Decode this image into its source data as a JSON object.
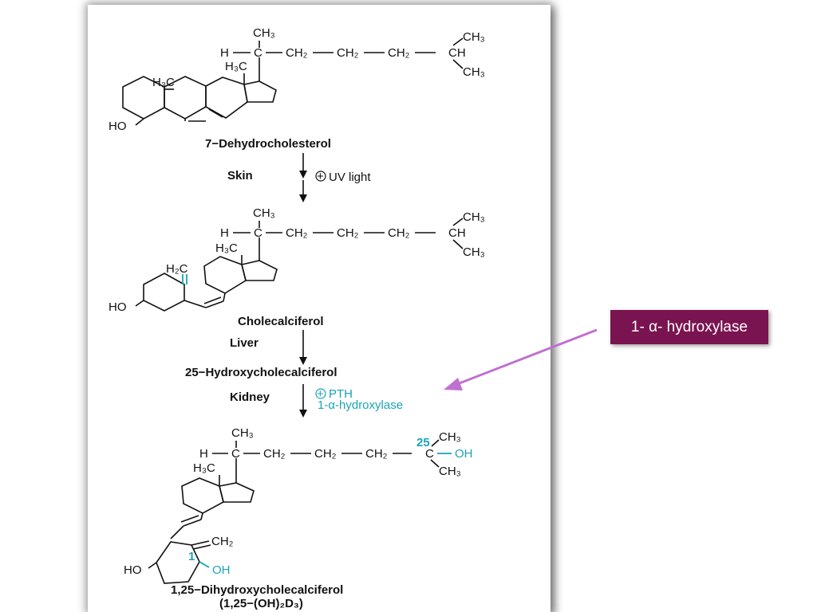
{
  "slide": {
    "callout_label": "1- α- hydroxylase",
    "accent_color": "#7a1450",
    "arrow_color": "#c070d0"
  },
  "compounds": [
    {
      "name": "7−Dehydrocholesterol"
    },
    {
      "name": "Cholecalciferol"
    },
    {
      "name": "25−Hydroxycholecalciferol"
    },
    {
      "name": "1,25−Dihydroxycholecalciferol",
      "abbrev": "(1,25−(OH)₂D₃)"
    }
  ],
  "steps": [
    {
      "organ": "Skin",
      "activator": "UV light"
    },
    {
      "organ": "Liver"
    },
    {
      "organ": "Kidney",
      "activator": "PTH",
      "enzyme": "1-α-hydroxylase"
    }
  ],
  "labels": {
    "ch3": "CH₃",
    "ch2": "CH₂",
    "ch": "CH",
    "h": "H",
    "c": "C",
    "h3c": "H₃C",
    "h2c": "H₂C",
    "ho": "HO",
    "oh": "OH",
    "position_25": "25",
    "position_1": "1",
    "plus": "+"
  }
}
